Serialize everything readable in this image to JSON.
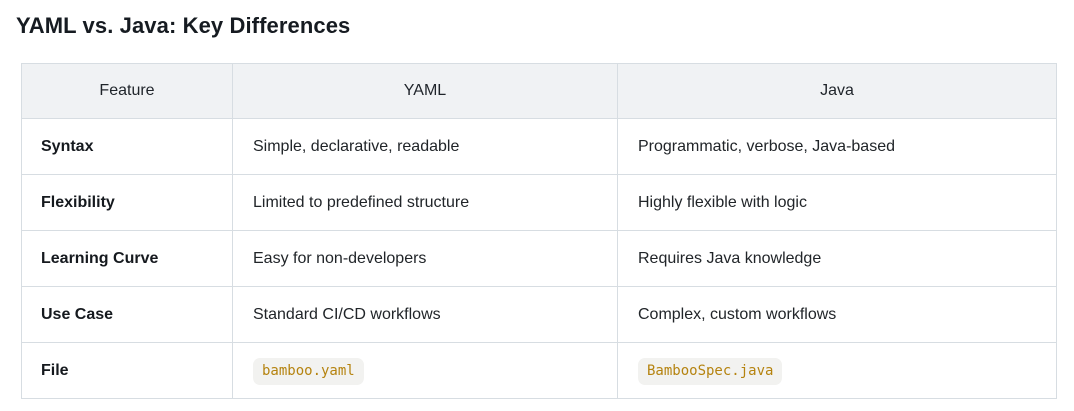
{
  "page": {
    "title": "YAML vs. Java: Key Differences"
  },
  "table": {
    "headers": {
      "feature": "Feature",
      "yaml": "YAML",
      "java": "Java"
    },
    "rows": [
      {
        "feature": "Syntax",
        "yaml": "Simple, declarative, readable",
        "java": "Programmatic, verbose, Java-based"
      },
      {
        "feature": "Flexibility",
        "yaml": "Limited to predefined structure",
        "java": "Highly flexible with logic"
      },
      {
        "feature": "Learning Curve",
        "yaml": "Easy for non-developers",
        "java": "Requires Java knowledge"
      },
      {
        "feature": "Use Case",
        "yaml": "Standard CI/CD workflows",
        "java": "Complex, custom workflows"
      },
      {
        "feature": "File",
        "yaml": "bamboo.yaml",
        "java": "BambooSpec.java"
      }
    ],
    "colors": {
      "header_bg": "#f0f2f4",
      "border": "#d7dde2",
      "code_text": "#b5830f",
      "code_bg": "#f2f2f0",
      "title_text": "#161b21",
      "body_text": "#212529"
    }
  }
}
